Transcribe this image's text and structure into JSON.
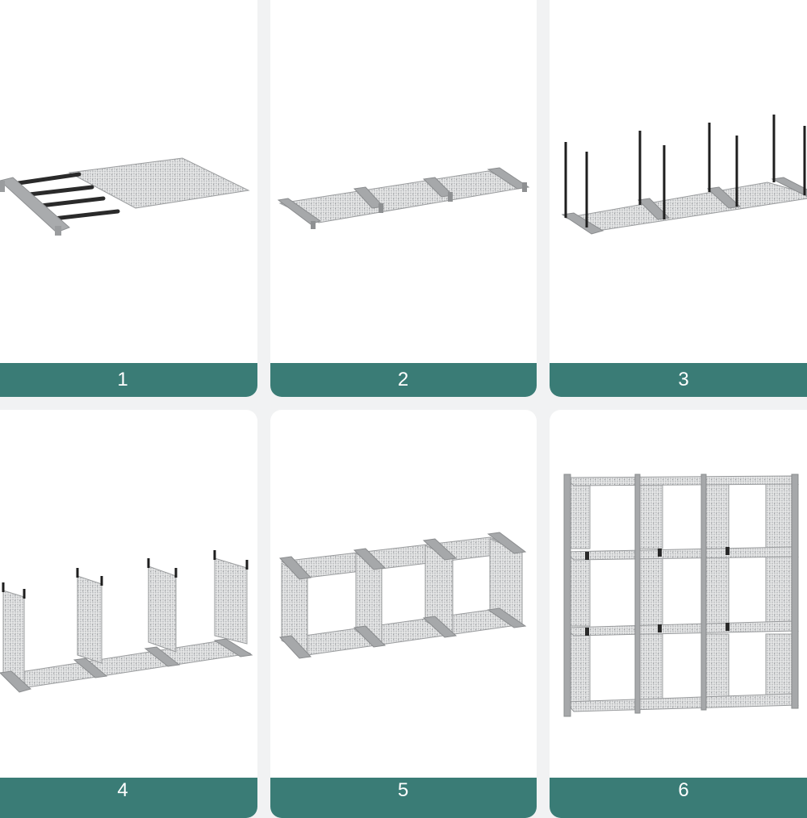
{
  "theme": {
    "accent": "#3a7c76",
    "background": "#f1f2f3",
    "panel": "#ffffff"
  },
  "steps": [
    {
      "label": "1",
      "illustration": "shelf-board-with-rods-icon"
    },
    {
      "label": "2",
      "illustration": "three-shelf-boards-joined-icon"
    },
    {
      "label": "3",
      "illustration": "vertical-poles-inserted-icon"
    },
    {
      "label": "4",
      "illustration": "side-panels-attached-icon"
    },
    {
      "label": "5",
      "illustration": "three-cube-row-icon"
    },
    {
      "label": "6",
      "illustration": "nine-cube-organizer-icon"
    }
  ]
}
